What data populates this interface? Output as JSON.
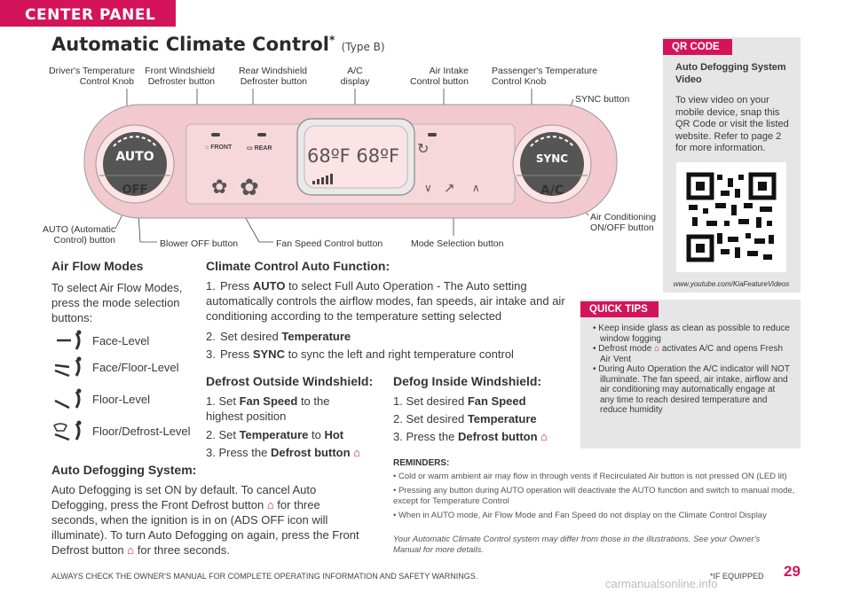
{
  "section_tab": "CENTER PANEL",
  "title": {
    "main": "Automatic Climate Control",
    "star": "*",
    "sub": "(Type B)"
  },
  "diagram": {
    "labels": {
      "driver_temp": [
        "Driver's Temperature",
        "Control Knob"
      ],
      "front_defrost": [
        "Front Windshield",
        "Defroster button"
      ],
      "rear_defrost": [
        "Rear Windshield",
        "Defroster button"
      ],
      "ac_display": [
        "A/C",
        "display"
      ],
      "air_intake": [
        "Air Intake",
        "Control button"
      ],
      "passenger_temp": [
        "Passenger's Temperature",
        "Control Knob"
      ],
      "sync_button": "SYNC button",
      "auto_button": [
        "AUTO (Automatic",
        "Control) button"
      ],
      "blower_off": "Blower OFF button",
      "fan_speed": "Fan Speed Control button",
      "mode_select": "Mode Selection button",
      "ac_onoff": [
        "Air Conditioning",
        "ON/OFF button"
      ]
    },
    "panel": {
      "auto": "AUTO",
      "off": "OFF",
      "sync": "SYNC",
      "ac": "A/C",
      "front": "FRONT",
      "rear": "REAR",
      "temp_left": "68ºF",
      "temp_right": "68ºF"
    }
  },
  "air_flow": {
    "heading": "Air Flow Modes",
    "intro": "To select Air Flow Modes, press the mode selection buttons:",
    "modes": [
      "Face-Level",
      "Face/Floor-Level",
      "Floor-Level",
      "Floor/Defrost-Level"
    ]
  },
  "auto_function": {
    "heading": "Climate Control Auto Function:",
    "step1": {
      "n": "1.",
      "a": "Press ",
      "b": "AUTO",
      "c": " to select Full Auto Operation - The Auto setting automatically controls the airflow modes, fan speeds, air intake and air conditioning according to the temperature setting selected"
    },
    "step2": {
      "n": "2.",
      "a": "Set desired ",
      "b": "Temperature"
    },
    "step3": {
      "n": "3.",
      "a": "Press ",
      "b": "SYNC",
      "c": " to sync the left and right temperature control"
    }
  },
  "defrost": {
    "heading": "Defrost Outside Windshield:",
    "s1": {
      "a": "1. Set ",
      "b": "Fan Speed",
      "c": " to the highest position"
    },
    "s2": {
      "a": "2. Set ",
      "b": "Temperature",
      "c": " to ",
      "d": "Hot"
    },
    "s3": {
      "a": "3. Press the ",
      "b": "Defrost button"
    }
  },
  "defog": {
    "heading": "Defog Inside Windshield:",
    "s1": {
      "a": "1. Set desired ",
      "b": "Fan Speed"
    },
    "s2": {
      "a": "2. Set desired ",
      "b": "Temperature"
    },
    "s3": {
      "a": "3. Press the ",
      "b": "Defrost button"
    }
  },
  "auto_defog": {
    "heading": "Auto Defogging System:",
    "text_a": "Auto Defogging is set ON by default. To cancel Auto Defogging, press the Front Defrost button",
    "text_b": "for three seconds, when the ignition is in on (ADS OFF icon will illuminate). To turn Auto Defogging on again, press the Front Defrost button",
    "text_c": "for three seconds."
  },
  "reminders": {
    "heading": "REMINDERS:",
    "items": [
      "Cold or warm ambient air may flow in through vents if Recirculated Air button is not pressed ON (LED lit)",
      "Pressing any button during AUTO operation will deactivate the AUTO function and switch to manual mode, except for Temperature Control",
      "When in AUTO mode, Air Flow Mode and Fan Speed do not display on the Climate Control Display"
    ],
    "note": "Your Automatic Climate Control system may differ from those in the illustrations. See your Owner's Manual for more details."
  },
  "qr": {
    "pill": "QR CODE",
    "heading": "Auto Defogging System Video",
    "text": "To view video on your mobile device, snap this QR Code or visit the listed website. Refer to page 2 for more information.",
    "url": "www.youtube.com/KiaFeatureVideos"
  },
  "tips": {
    "pill": "QUICK TIPS",
    "t1": "Keep inside glass as clean as possible to reduce window fogging",
    "t2a": "Defrost mode",
    "t2b": "activates A/C and opens Fresh Air Vent",
    "t3": "During Auto Operation the A/C indicator will NOT illuminate. The fan speed, air intake, airflow and air conditioning may automatically engage at any time to reach desired temperature and reduce humidity"
  },
  "footer": {
    "left": "ALWAYS CHECK THE OWNER'S MANUAL FOR COMPLETE OPERATING INFORMATION AND SAFETY WARNINGS.",
    "if_equipped": "*IF EQUIPPED",
    "page": "29",
    "watermark": "carmanualsonline.info"
  },
  "colors": {
    "accent": "#d4145a",
    "panel_pink": "#f2c9cf",
    "side_gray": "#e6e6e6"
  }
}
